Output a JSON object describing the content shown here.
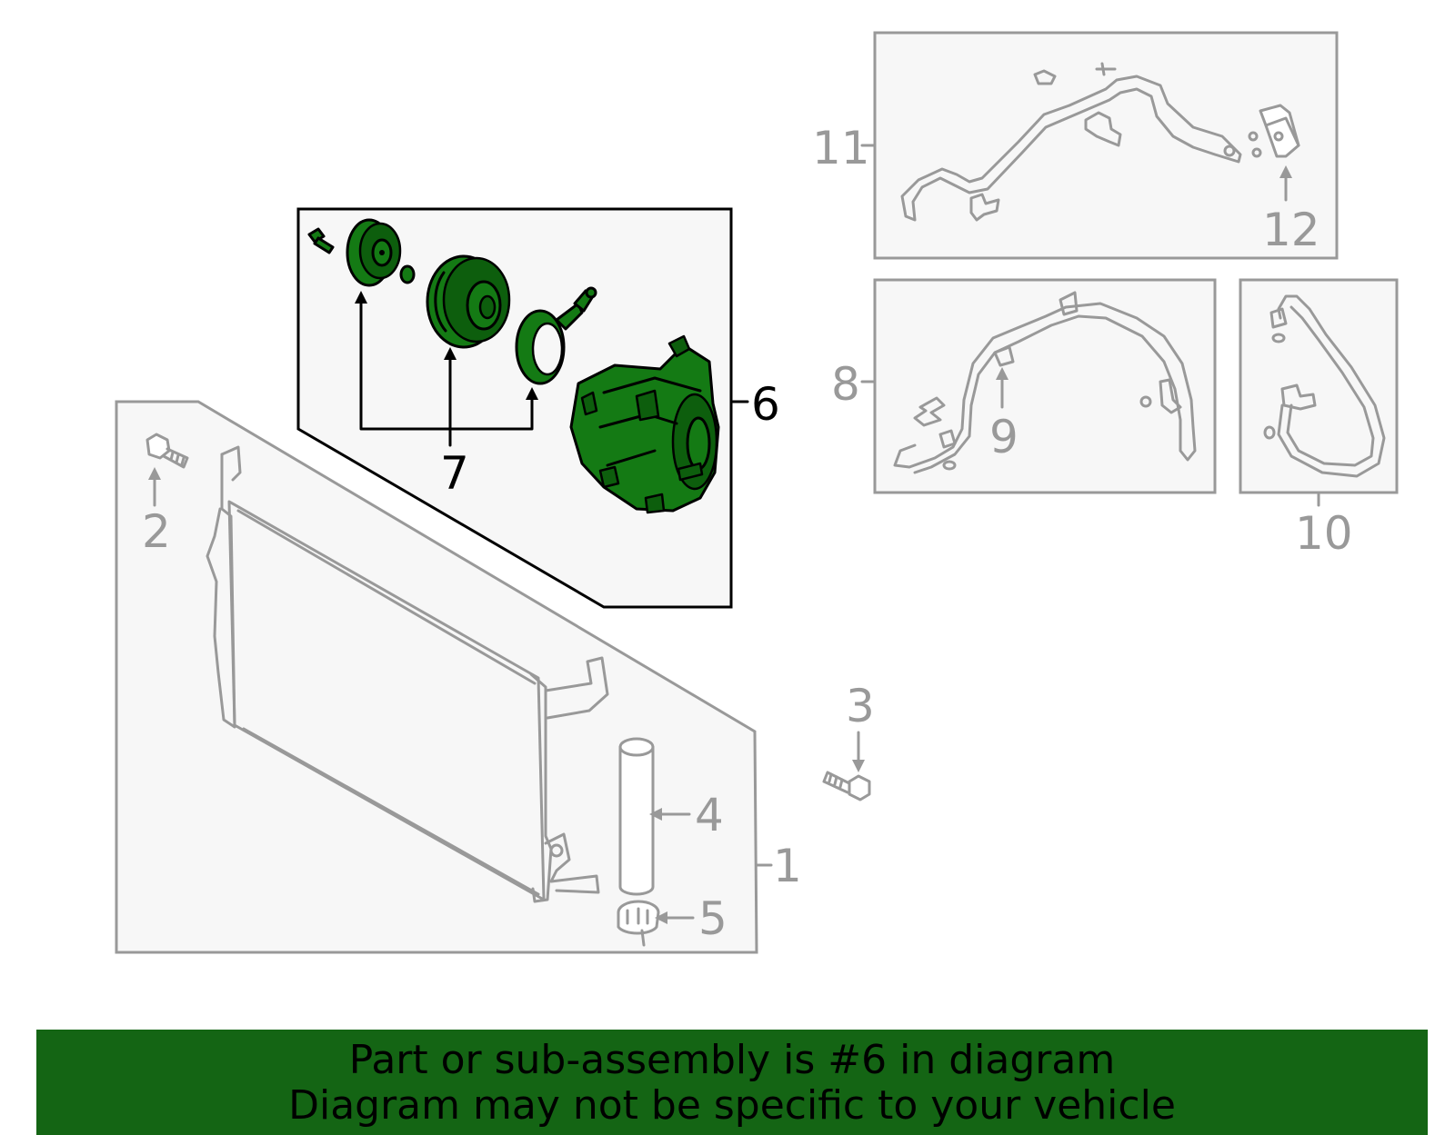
{
  "callouts": {
    "c1": "1",
    "c2": "2",
    "c3": "3",
    "c4": "4",
    "c5": "5",
    "c6": "6",
    "c7": "7",
    "c8": "8",
    "c9": "9",
    "c10": "10",
    "c11": "11",
    "c12": "12"
  },
  "highlighted_part": "6",
  "colors": {
    "highlight_fill": "#147a14",
    "banner_bg": "#146514",
    "part_gray": "#999999",
    "box_fill": "#f7f7f7"
  },
  "banner": {
    "line1": "Part or sub-assembly is #6 in diagram",
    "line2": "Diagram may not be specific to your vehicle"
  }
}
